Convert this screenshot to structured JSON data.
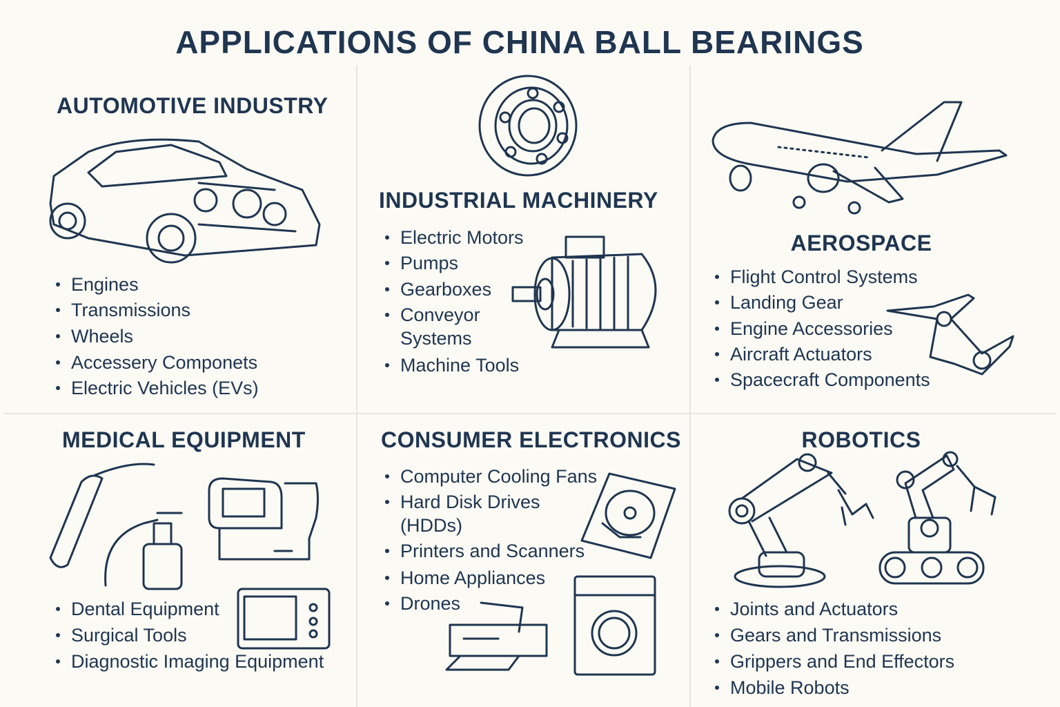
{
  "title": "APPLICATIONS OF CHINA BALL BEARINGS",
  "colors": {
    "text": "#1f3550",
    "background": "#fbfaf4"
  },
  "sections": {
    "automotive": {
      "heading": "AUTOMOTIVE INDUSTRY",
      "icon": "car-icon",
      "items": [
        "Engines",
        "Transmissions",
        "Wheels",
        "Accessery Componets",
        "Electric Vehicles (EVs)"
      ]
    },
    "industrial": {
      "heading": "INDUSTRIAL MACHINERY",
      "icon": "ball-bearing-icon",
      "items": [
        "Electric Motors",
        "Pumps",
        "Gearboxes",
        "Conveyor",
        "Systems",
        "Machine Tools"
      ]
    },
    "aerospace": {
      "heading": "AEROSPACE",
      "icon": "airplane-icon",
      "items": [
        "Flight Control Systems",
        "Landing Gear",
        "Engine Accessories",
        "Aircraft Actuators",
        "Spacecraft Components"
      ]
    },
    "medical": {
      "heading": "MEDICAL EQUIPMENT",
      "icon": "dental-tool-icon",
      "items": [
        "Dental Equipment",
        "Surgical Tools",
        "Diagnostic Imaging Equipment"
      ]
    },
    "consumer": {
      "heading": "CONSUMER ELECTRONICS",
      "icon": "hard-disk-icon",
      "items": [
        "Computer Cooling Fans",
        "Hard Disk Drives",
        "(HDDs)",
        "Printers and Scanners",
        "Home Appliances",
        "Drones"
      ]
    },
    "robotics": {
      "heading": "ROBOTICS",
      "icon": "robot-arm-icon",
      "items": [
        "Joints and Actuators",
        "Gears and Transmissions",
        "Grippers and End Effectors",
        "Mobile Robots"
      ]
    }
  }
}
